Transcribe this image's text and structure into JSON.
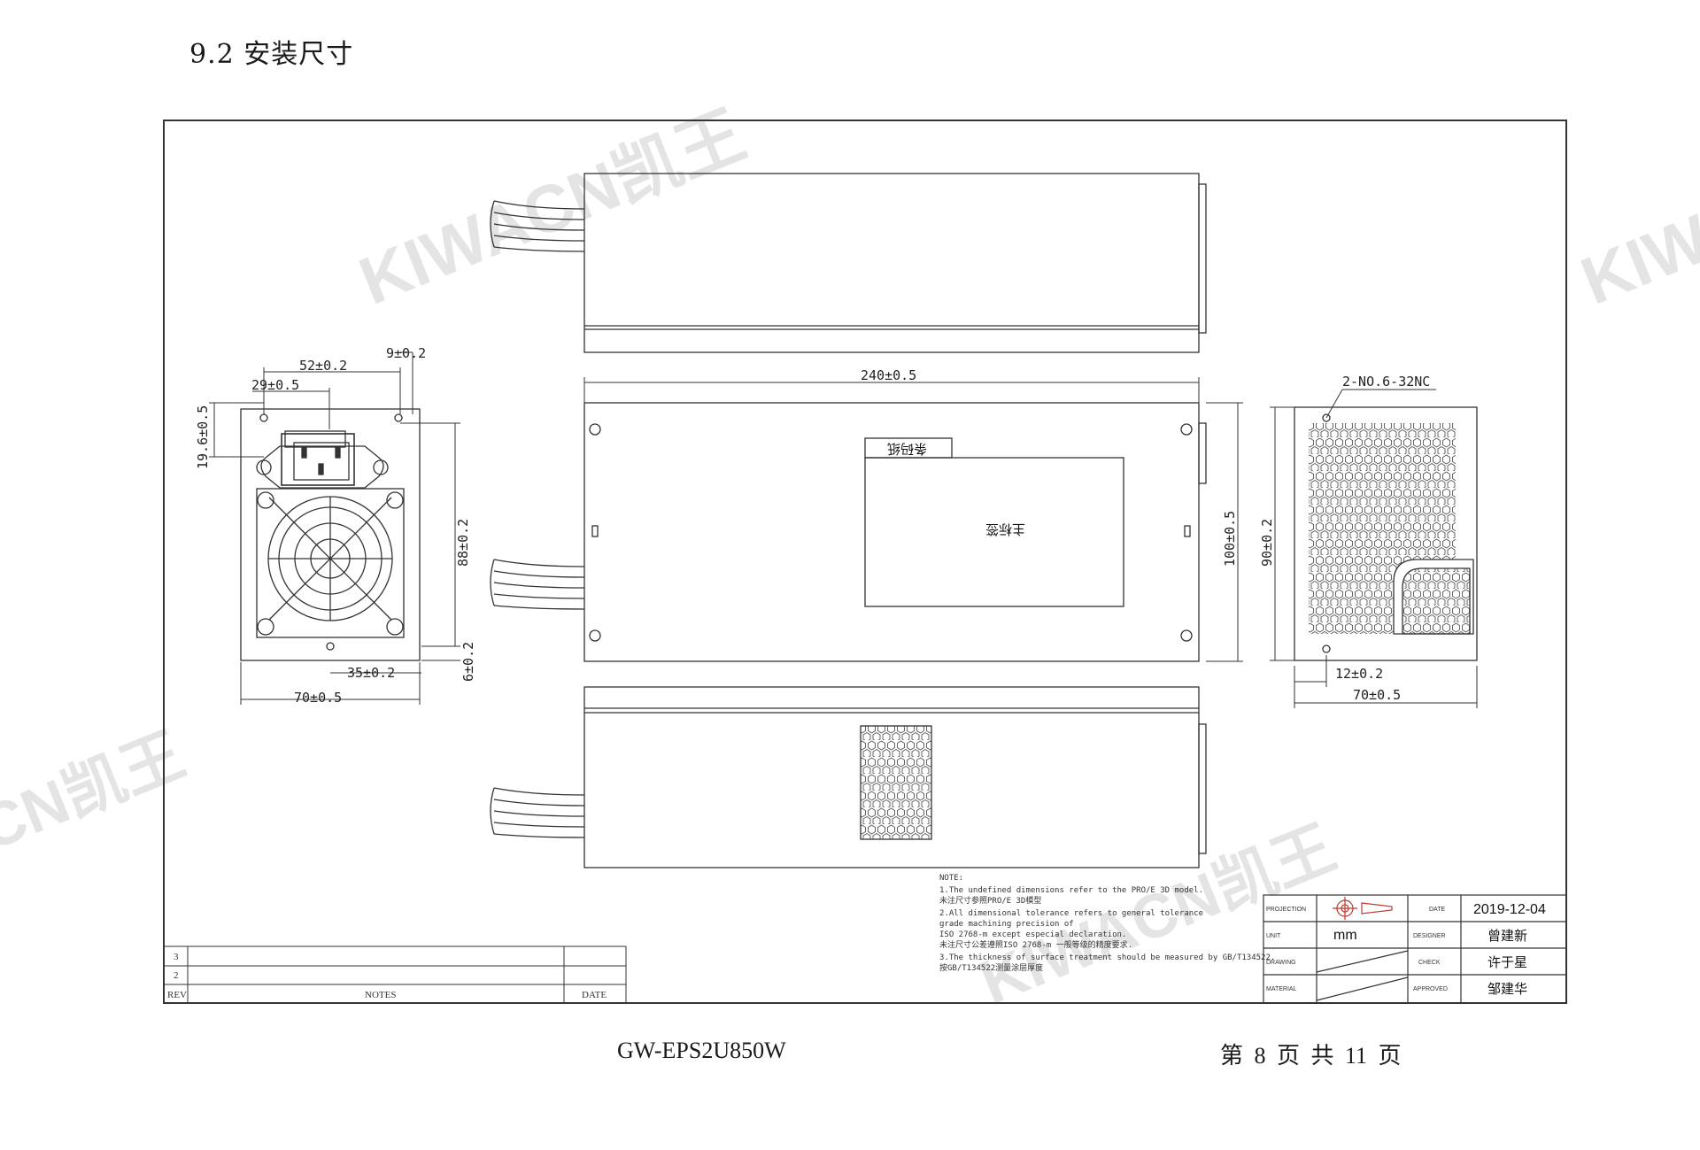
{
  "page": {
    "heading": "9.2 安装尺寸",
    "footer_model": "GW-EPS2U850W",
    "footer_page": "第 8 页  共 11 页"
  },
  "watermark": {
    "text": "KIWACN凯王"
  },
  "front_view": {
    "dim_52": "52±0.2",
    "dim_9": "9±0.2",
    "dim_29": "29±0.5",
    "dim_19_6": "19.6±0.5",
    "dim_88": "88±0.2",
    "dim_6": "6±0.2",
    "dim_35": "35±0.2",
    "dim_70": "70±0.5"
  },
  "side_view": {
    "dim_240": "240±0.5",
    "dim_100": "100±0.5",
    "main_label": "主标签",
    "barcode_label": "条码纸"
  },
  "rear_view": {
    "screw": "2-NO.6-32NC",
    "dim_90": "90±0.2",
    "dim_12": "12±0.2",
    "dim_70": "70±0.5"
  },
  "notes": {
    "lines": [
      "NOTE:",
      "1.The undefined dimensions refer to the PRO/E 3D model.",
      "  未注尺寸参照PRO/E 3D模型",
      "2.All dimensional tolerance refers to general tolerance",
      "grade machining precision of",
      "  ISO 2768-m except especial declaration.",
      "  未注尺寸公差遵照ISO 2768-m 一般等级的精度要求.",
      "3.The thickness of surface treatment should be measured by GB/T134522.",
      "  按GB/T134522测量涂层厚度"
    ]
  },
  "title_block": {
    "projection_label": "PROJECTION",
    "unit_label": "UNIT",
    "unit_value": "mm",
    "drawing_label": "DRAWING",
    "material_label": "MATERIAL",
    "date_label": "DATE",
    "date_value": "2019-12-04",
    "designer_label": "DESIGNER",
    "designer_value": "曾建新",
    "check_label": "CHECK",
    "check_value": "许于星",
    "approved_label": "APPROVED",
    "approved_value": "邹建华"
  },
  "revision_table": {
    "rows": [
      "3",
      "2"
    ],
    "rev_header": "REV",
    "notes_header": "NOTES",
    "date_header": "DATE"
  }
}
